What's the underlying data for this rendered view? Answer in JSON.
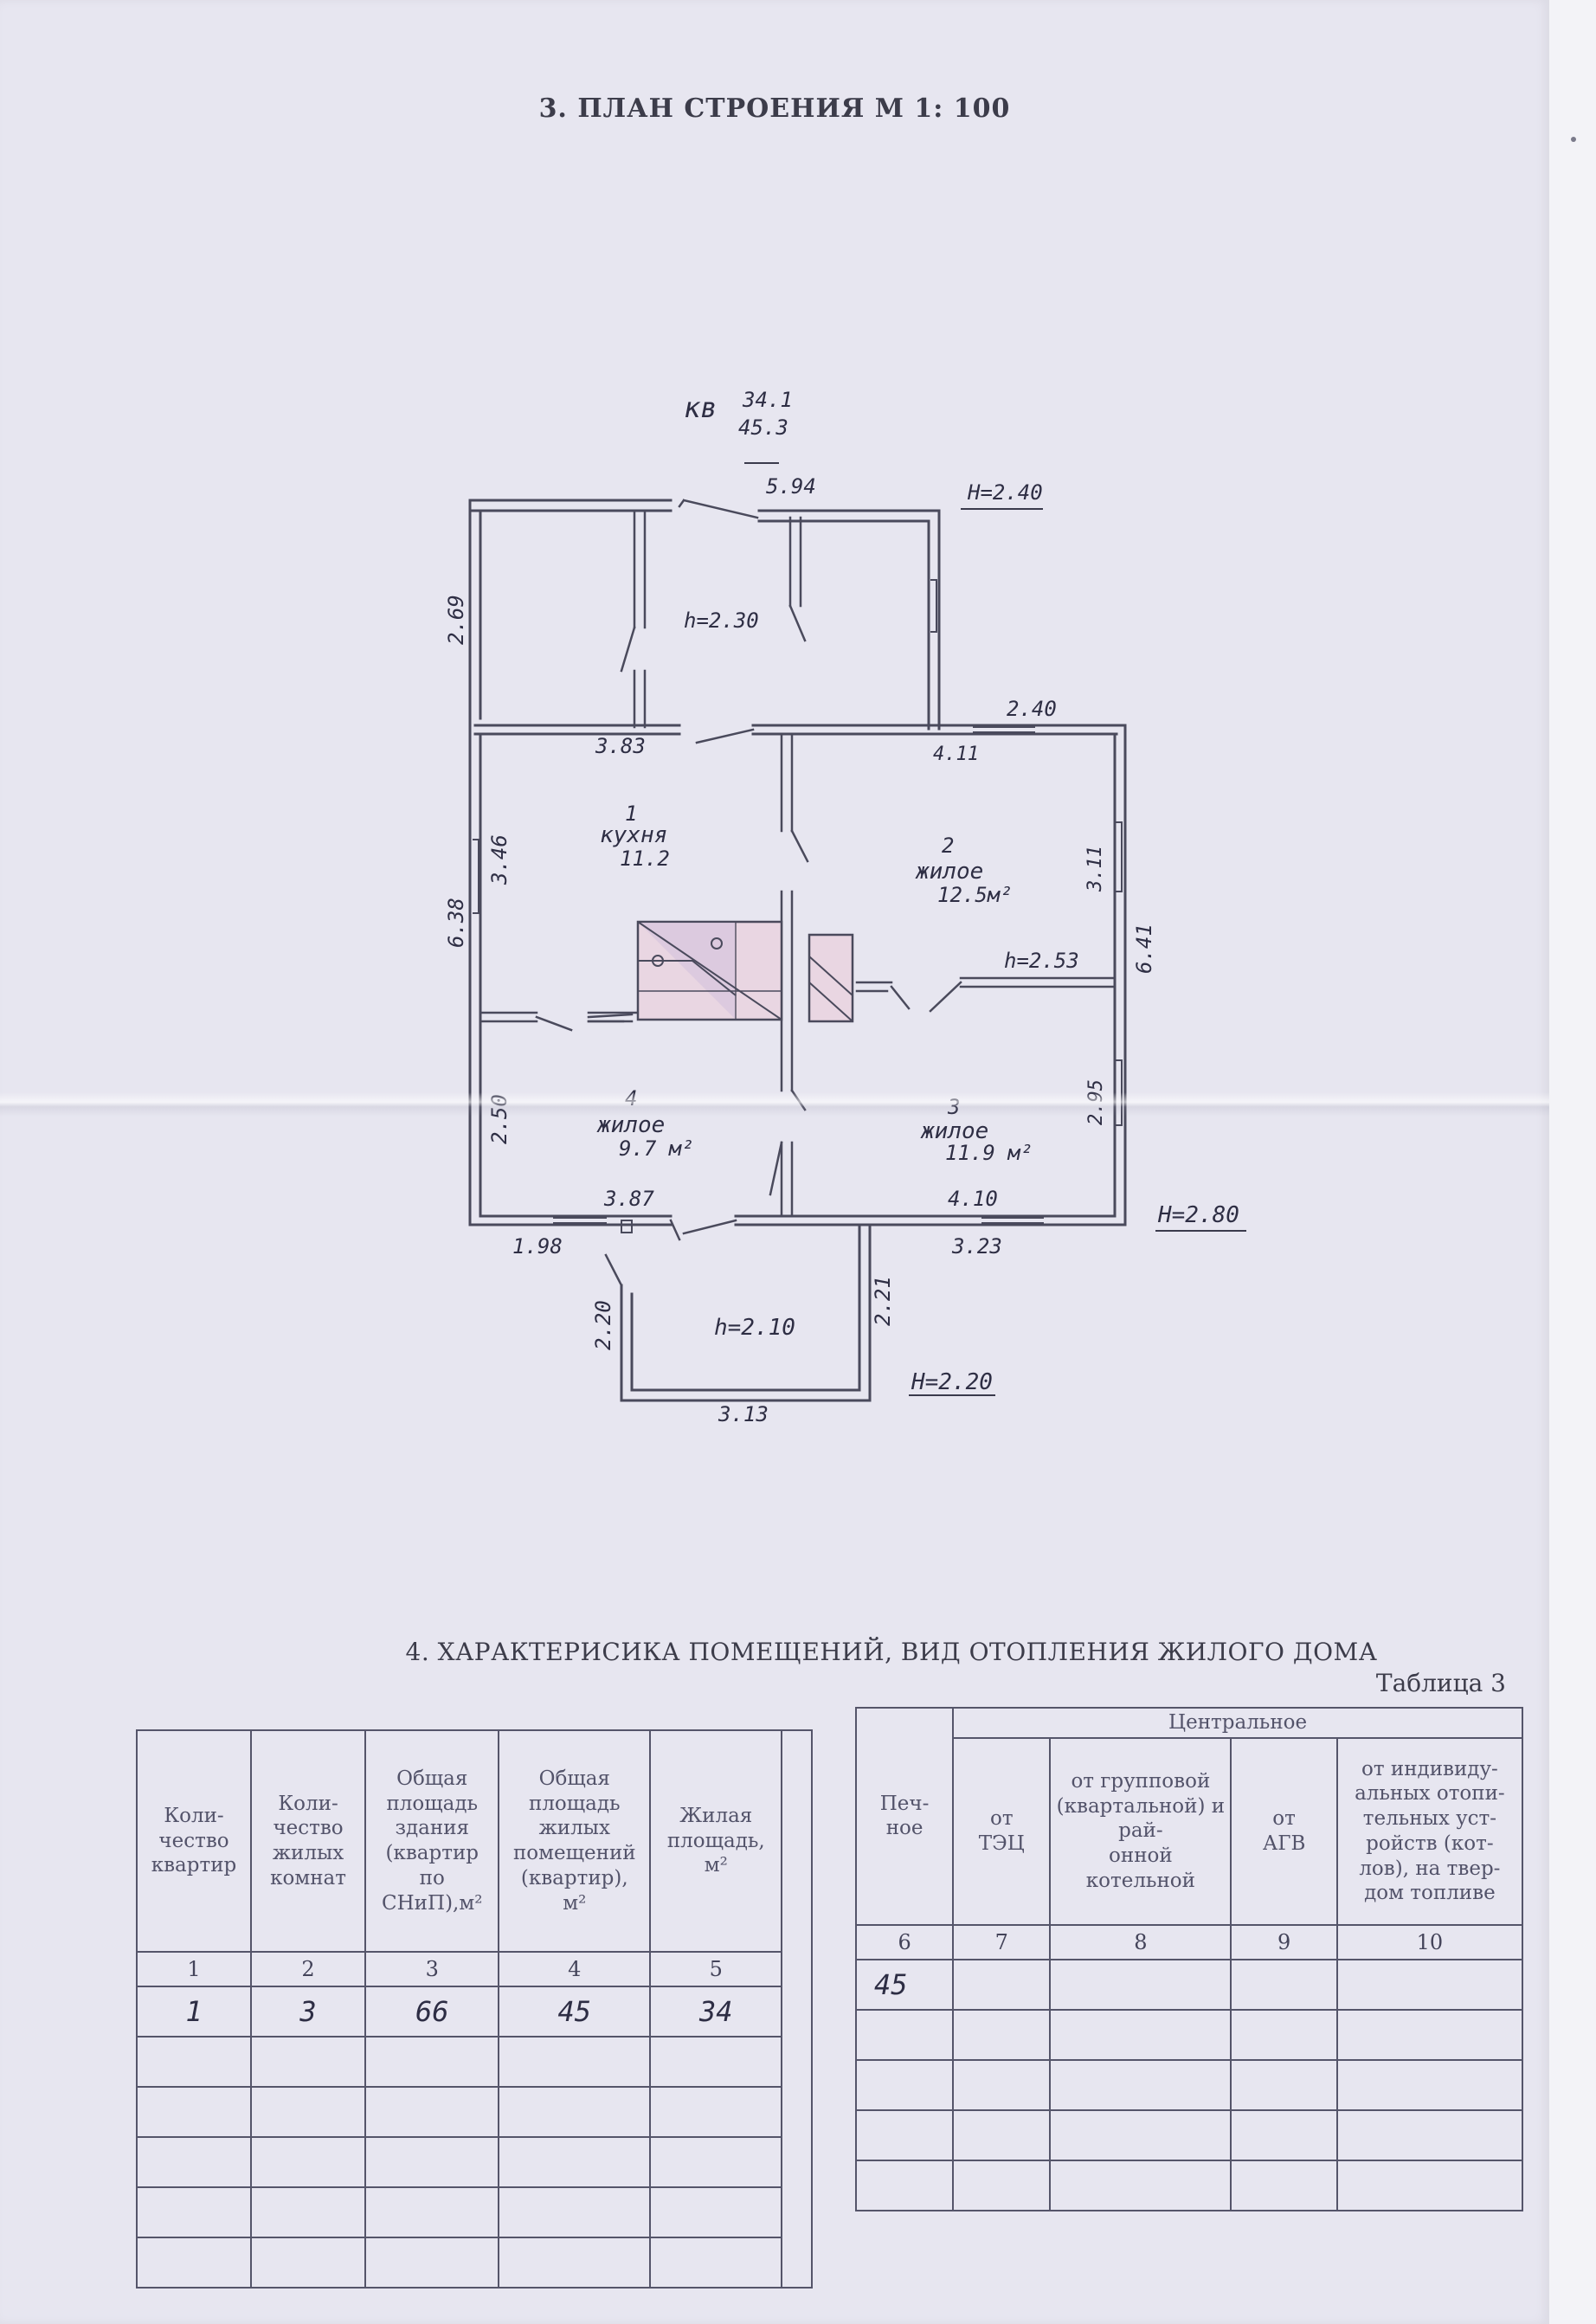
{
  "plan_title": "3. ПЛАН СТРОЕНИЯ М 1: 100",
  "plan": {
    "apartment_label": "кв",
    "apartment_fraction_top": "34.1",
    "apartment_fraction_bottom": "45.3",
    "heights": {
      "h_top_right": "Н=2.40",
      "h_right": "Н=2.80",
      "h_bottom": "Н=2.20",
      "h_porch": "h=2.30",
      "h_room2": "h=2.53",
      "h_annex": "h=2.10"
    },
    "dimensions": {
      "top_width": "5.94",
      "left_top": "2.69",
      "porch_bottom": "3.83",
      "right_top": "2.40",
      "room2_top": "4.11",
      "room1_left": "3.46",
      "left_main": "6.38",
      "room2_right": "3.11",
      "right_main": "6.41",
      "room4_left": "2.50",
      "room3_right": "2.95",
      "room4_bottom": "3.87",
      "room3_bottom": "4.10",
      "bottom_left": "1.98",
      "bottom_right": "3.23",
      "annex_left": "2.20",
      "annex_right": "2.21",
      "annex_bottom": "3.13"
    },
    "rooms": [
      {
        "num": "1",
        "name": "кухня",
        "area": "11.2"
      },
      {
        "num": "2",
        "name": "жилое",
        "area": "12.5м²"
      },
      {
        "num": "3",
        "name": "жилое",
        "area": "11.9 м²"
      },
      {
        "num": "4",
        "name": "жилое",
        "area": "9.7 м²"
      }
    ]
  },
  "table_title": "4. ХАРАКТЕРИСИКА ПОМЕЩЕНИЙ, ВИД ОТОПЛЕНИЯ ЖИЛОГО ДОМА",
  "table_number": "Таблица 3",
  "left_table": {
    "headers": [
      "Коли-\nчество\nквартир",
      "Коли-\nчество\nжилых\nкомнат",
      "Общая\nплощадь\nздания\n(квартир\nпо\nСНиП),м²",
      "Общая\nплощадь\nжилых\nпомещений\n(квартир),\nм²",
      "Жилая\nплощадь,\nм²"
    ],
    "numbers": [
      "1",
      "2",
      "3",
      "4",
      "5"
    ],
    "values": [
      "1",
      "3",
      "66",
      "45",
      "34"
    ]
  },
  "right_table": {
    "group_header": "Центральное",
    "col6": "Печ-\nное",
    "col7": "от\nТЭЦ",
    "col8": "от групповой\n(квартальной) и рай-\nонной\nкотельной",
    "col9": "от\nАГВ",
    "col10": "от индивиду-\nальных отопи-\nтельных уст-\nройств (кот-\nлов), на твер-\nдом топливе",
    "numbers": [
      "6",
      "7",
      "8",
      "9",
      "10"
    ],
    "values": [
      "45",
      "",
      "",
      "",
      ""
    ]
  }
}
